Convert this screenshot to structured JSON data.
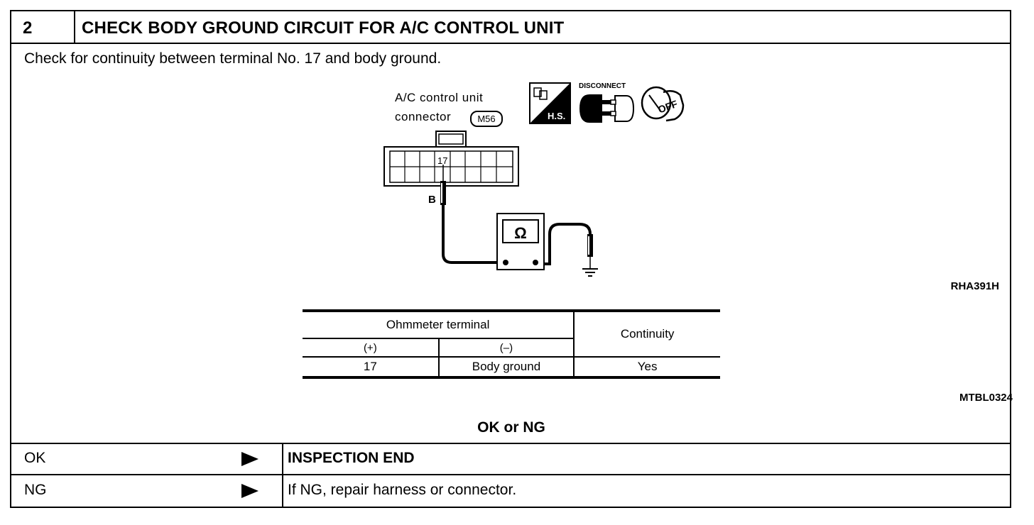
{
  "header": {
    "step_number": "2",
    "title": "CHECK BODY GROUND CIRCUIT FOR A/C CONTROL UNIT"
  },
  "instruction": "Check for continuity between terminal No. 17 and body ground.",
  "diagram": {
    "connector_label_line1": "A/C control unit",
    "connector_label_line2": "connector",
    "connector_id": "M56",
    "terminal": "17",
    "wire_color": "B",
    "icon_hs": "H.S.",
    "icon_disconnect": "DISCONNECT",
    "icon_key": "OFF",
    "meter_symbol": "Ω",
    "figure_ref": "RHA391H"
  },
  "table": {
    "header_group": "Ohmmeter terminal",
    "header_plus": "(+)",
    "header_minus": "(–)",
    "header_continuity": "Continuity",
    "rows": [
      {
        "plus": "17",
        "minus": "Body ground",
        "continuity": "Yes"
      }
    ],
    "table_ref": "MTBL0324"
  },
  "decision": "OK or NG",
  "results": [
    {
      "label": "OK",
      "action": "INSPECTION END"
    },
    {
      "label": "NG",
      "action": "If NG, repair harness or connector."
    }
  ]
}
